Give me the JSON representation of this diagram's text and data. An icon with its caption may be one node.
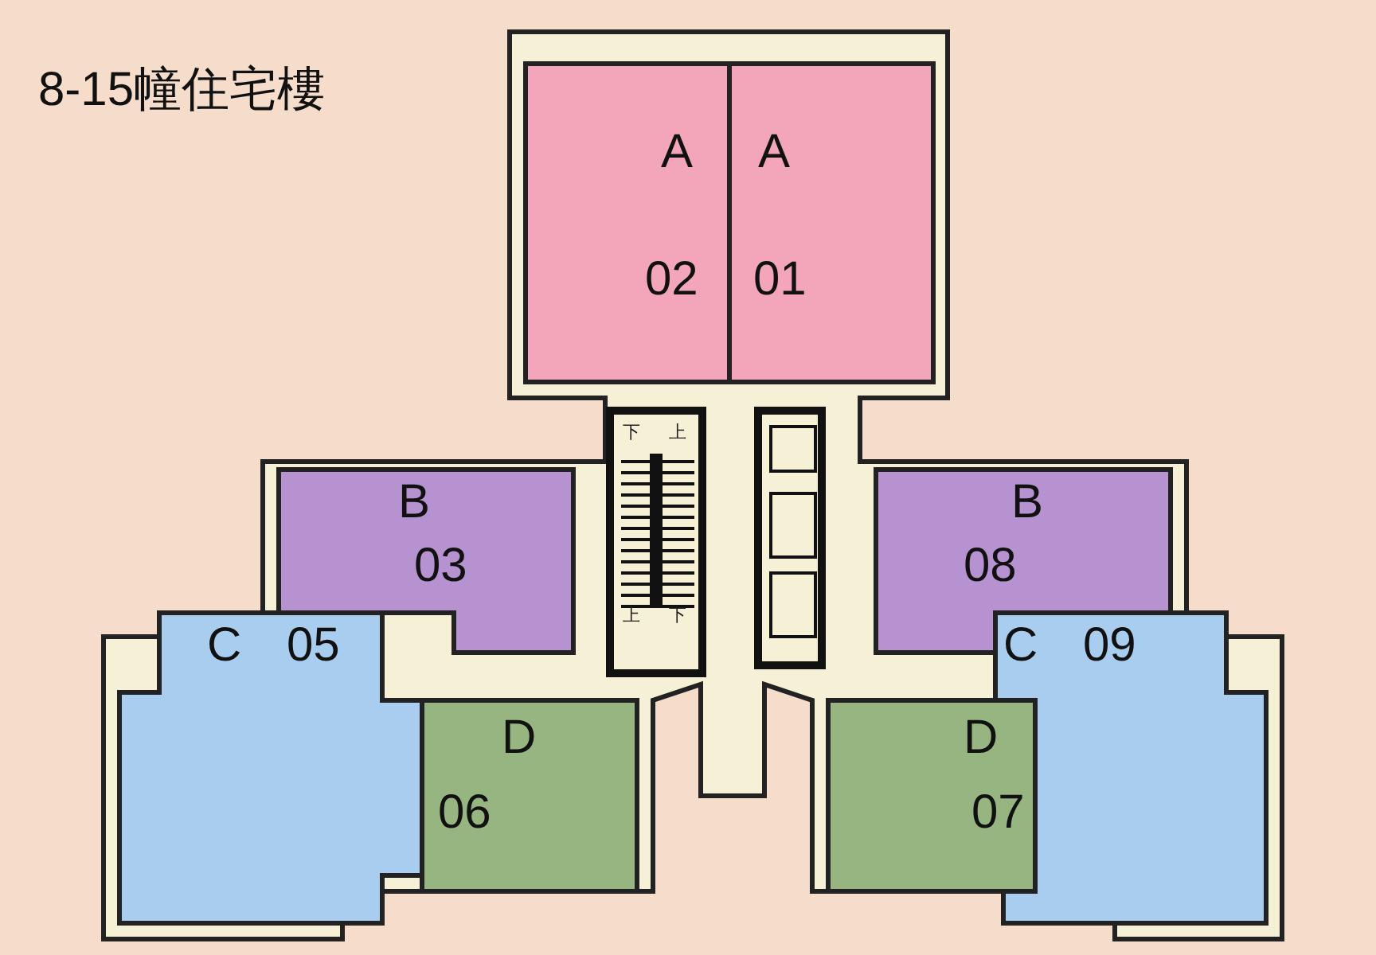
{
  "diagram": {
    "title": "8-15幢住宅樓",
    "nodes": [
      {
        "text": [
          "A",
          "02"
        ]
      },
      {
        "text": [
          "A",
          "01"
        ]
      },
      {
        "text": [
          "B",
          "03"
        ]
      },
      {
        "text": [
          "B",
          "08"
        ]
      },
      {
        "text": [
          "C",
          "05"
        ]
      },
      {
        "text": [
          "C",
          "09"
        ]
      },
      {
        "text": [
          "D",
          "06"
        ]
      },
      {
        "text": [
          "D",
          "07"
        ]
      }
    ],
    "edges": [],
    "labels": [
      "下",
      "上",
      "上",
      "下"
    ]
  }
}
